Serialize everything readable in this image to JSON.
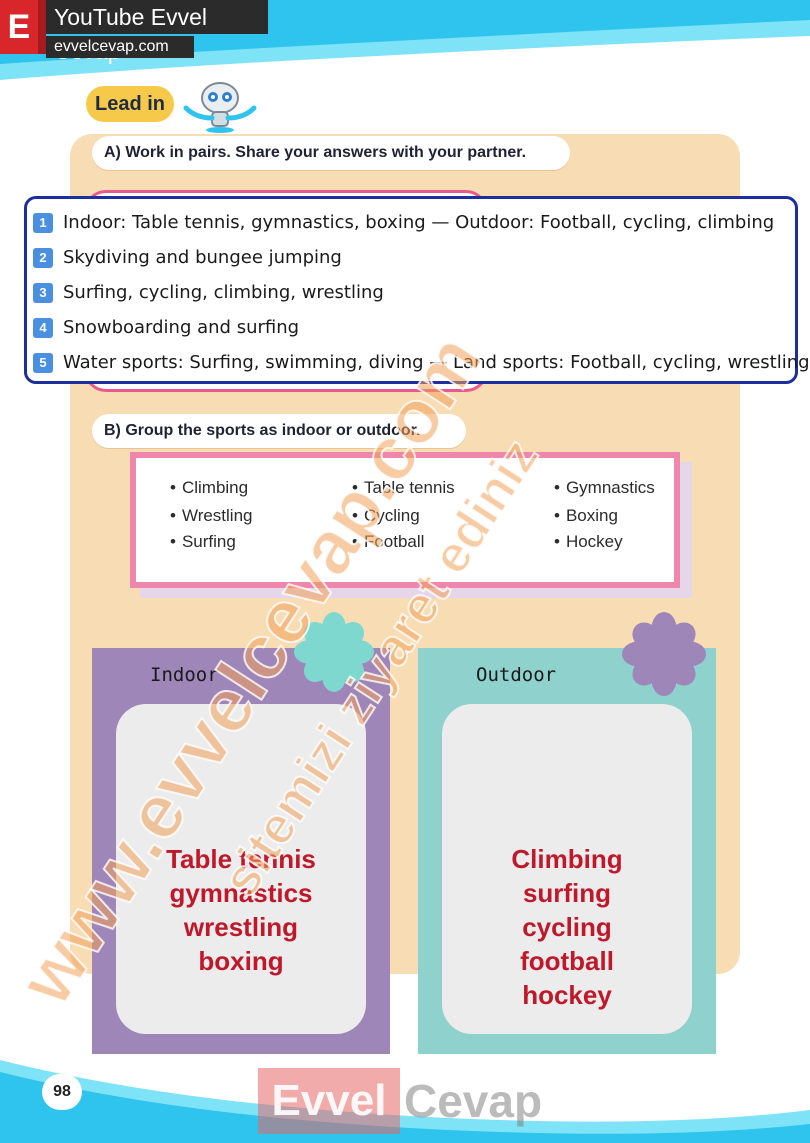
{
  "brand": {
    "letter": "E",
    "title": "YouTube Evvel Cevap",
    "url": "evvelcevap.com"
  },
  "lead_in": {
    "label": "Lead in"
  },
  "instructions": {
    "a": "A) Work in pairs. Share your answers with your partner.",
    "b": "B) Group the sports as indoor or outdoor."
  },
  "answers": [
    {
      "num": "1",
      "text": "Indoor: Table tennis, gymnastics, boxing — Outdoor: Football, cycling, climbing"
    },
    {
      "num": "2",
      "text": "Skydiving and bungee jumping"
    },
    {
      "num": "3",
      "text": "Surfing, cycling, climbing, wrestling"
    },
    {
      "num": "4",
      "text": "Snowboarding and surfing"
    },
    {
      "num": "5",
      "text": "Water sports: Surfing, swimming, diving — Land sports: Football, cycling, wrestling"
    }
  ],
  "sports": {
    "col1": [
      "Climbing",
      "Wrestling",
      "Surfing"
    ],
    "col2": [
      "Table tennis",
      "Cycling",
      "Football"
    ],
    "col3": [
      "Gymnastics",
      "Boxing",
      "Hockey"
    ]
  },
  "groups": {
    "indoor": {
      "label": "Indoor",
      "answers": [
        "Table tennis",
        "gymnastics",
        "wrestling",
        "boxing"
      ]
    },
    "outdoor": {
      "label": "Outdoor",
      "answers": [
        "Climbing",
        "surfing",
        "cycling",
        "football",
        "hockey"
      ]
    }
  },
  "footer": {
    "page_number": "98",
    "logo_left": "Evvel",
    "logo_right": "Cevap"
  },
  "watermark": {
    "line1": "www.evvelcevap.com",
    "line2": "sitemizi ziyaret ediniz"
  },
  "colors": {
    "brand_red": "#d8262b",
    "panel_peach": "#f8dcb3",
    "answer_border": "#1c2f9c",
    "answer_number": "#4b8fe0",
    "indoor": "#9f86b8",
    "outdoor": "#8fd1cc",
    "answer_red": "#c0182b",
    "band_cyan": "#2ec4ee"
  }
}
